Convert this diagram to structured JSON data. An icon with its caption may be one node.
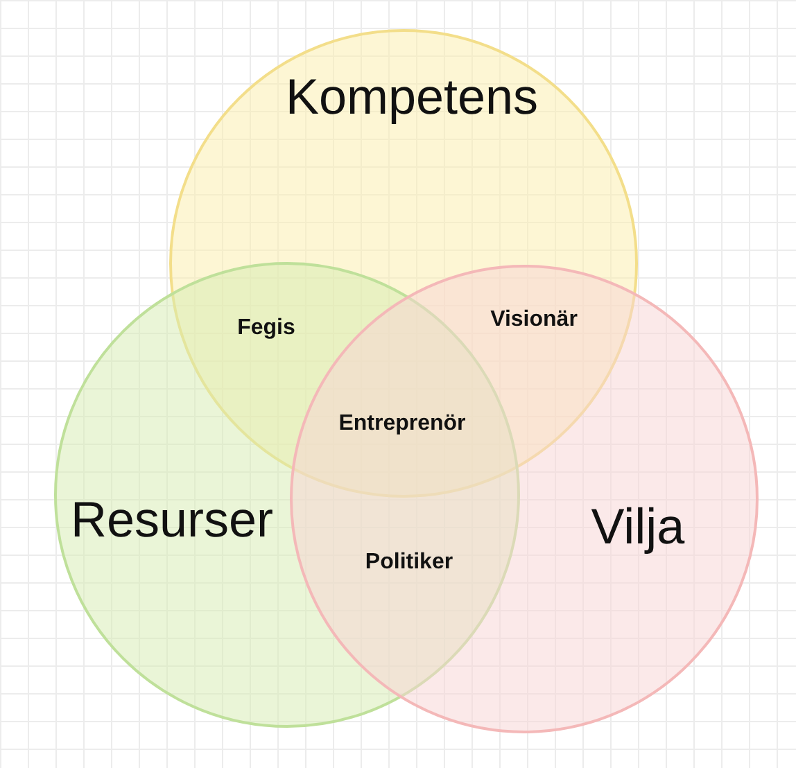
{
  "diagram": {
    "nodes": [
      {
        "text": [
          "Kompetens"
        ]
      },
      {
        "text": [
          "Resurser"
        ]
      },
      {
        "text": [
          "Vilja"
        ]
      }
    ],
    "labels": [
      "Fegis",
      "Visionär",
      "Entreprenör",
      "Politiker"
    ]
  }
}
